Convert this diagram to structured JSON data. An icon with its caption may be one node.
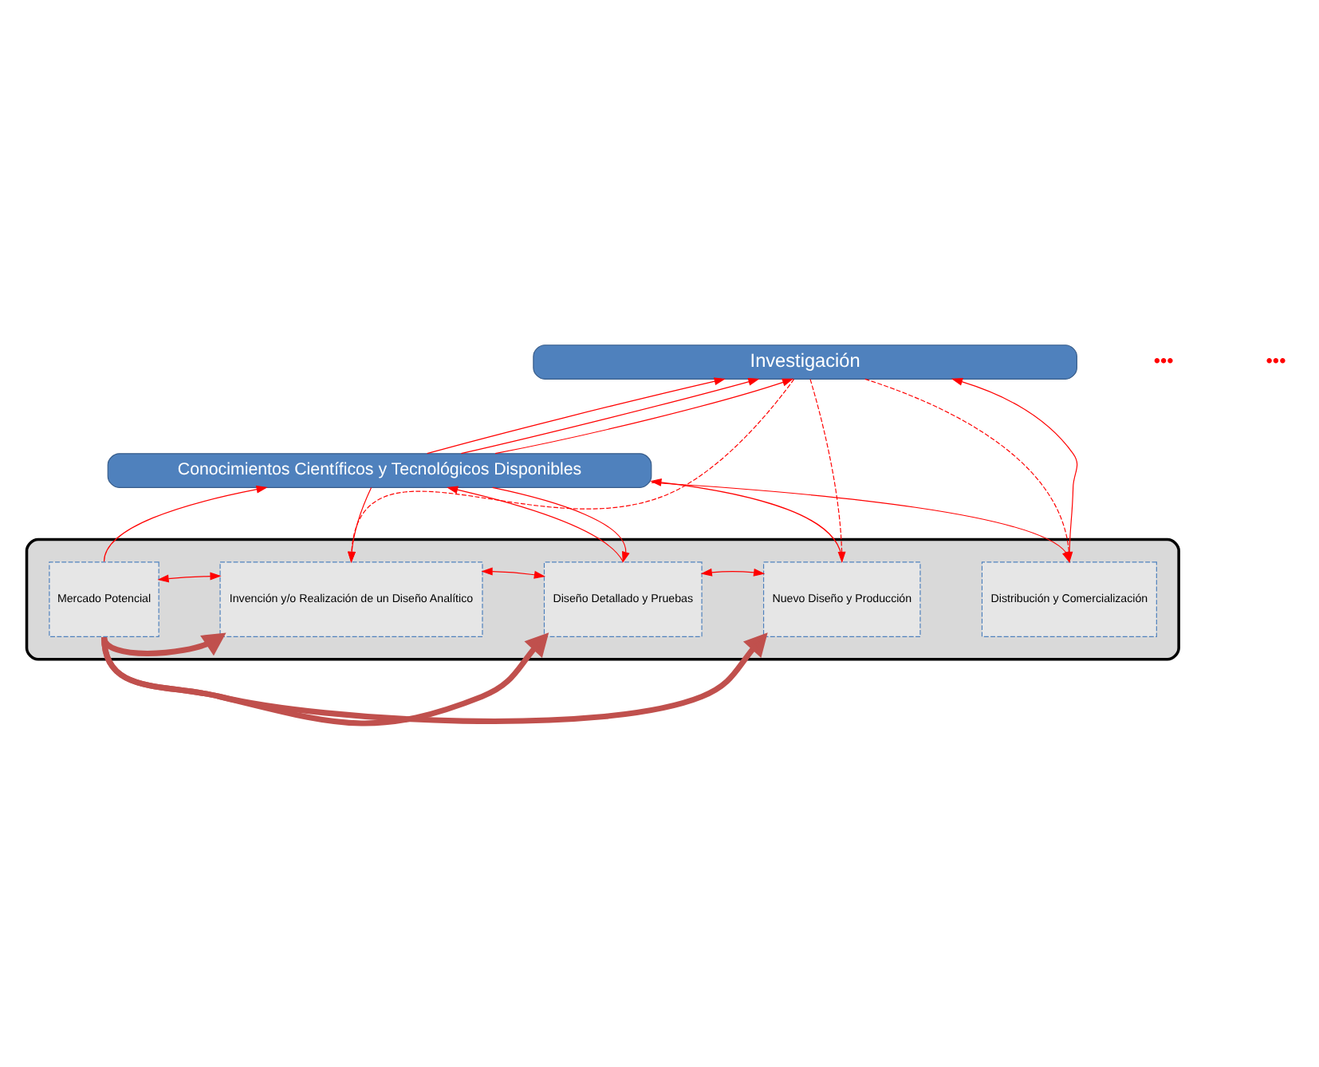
{
  "diagram": {
    "nodes": [
      {
        "text": [
          "Investigación"
        ]
      },
      {
        "text": [
          "Conocimientos Científicos y Tecnológicos Disponibles"
        ]
      },
      {
        "text": [],
        "shape": "box"
      },
      {
        "text": [
          "Mercado Potencial"
        ],
        "in": 2
      },
      {
        "text": [
          "Invención y/o Realización de un Diseño Analítico"
        ],
        "in": 2
      },
      {
        "text": [
          "Diseño Detallado y Pruebas"
        ],
        "in": 2
      },
      {
        "text": [
          "Nuevo Diseño y Producción"
        ],
        "in": 2
      },
      {
        "text": [
          "Distribución y Comercialización"
        ],
        "in": 2
      }
    ],
    "edges": [
      {
        "from": 1,
        "to": 0,
        "arrow": "to"
      },
      {
        "from": 1,
        "to": 0,
        "arrow": "to"
      },
      {
        "from": 1,
        "to": 0,
        "arrow": "to"
      },
      {
        "from": 0,
        "to": 4,
        "arrow": "to",
        "style": "dashed"
      },
      {
        "from": 0,
        "to": 6,
        "arrow": "to",
        "style": "dashed"
      },
      {
        "from": 0,
        "to": 7,
        "arrow": "to",
        "style": "dashed"
      },
      {
        "from": 3,
        "to": 1,
        "arrow": "to"
      },
      {
        "from": 1,
        "to": 4,
        "arrow": "to"
      },
      {
        "from": 5,
        "to": 1,
        "arrow": "to"
      },
      {
        "from": 1,
        "to": 5,
        "arrow": "to"
      },
      {
        "from": 6,
        "to": 1,
        "arrow": "to"
      },
      {
        "from": 1,
        "to": 7,
        "arrow": "to"
      },
      {
        "from": 3,
        "to": 4,
        "arrow": "both"
      },
      {
        "from": 4,
        "to": 5,
        "arrow": "both"
      },
      {
        "from": 5,
        "to": 6,
        "arrow": "both"
      },
      {
        "from": 7,
        "to": 0,
        "arrow": "to"
      },
      {
        "from": 3,
        "to": 4,
        "arrow": "to",
        "style": "thick",
        "color": "#c0504d"
      },
      {
        "from": 3,
        "to": 5,
        "arrow": "to",
        "style": "thick",
        "color": "#c0504d"
      },
      {
        "from": 3,
        "to": 6,
        "arrow": "to",
        "style": "thick",
        "color": "#c0504d"
      }
    ],
    "labels": [
      "•••",
      "•••"
    ]
  }
}
